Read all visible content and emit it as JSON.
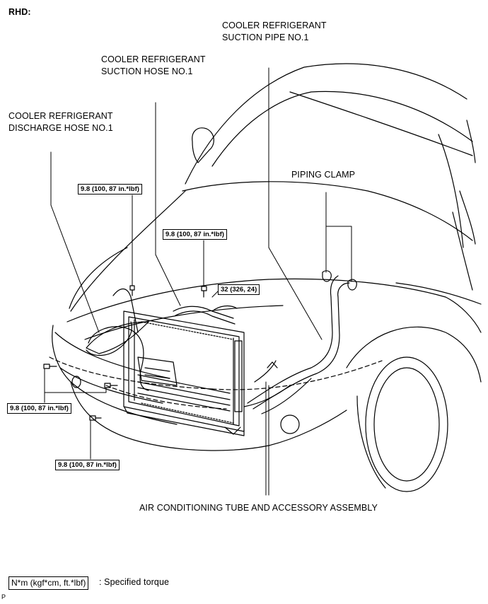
{
  "header": {
    "rhd": "RHD:"
  },
  "labels": {
    "suction_pipe": [
      "COOLER REFRIGERANT",
      "SUCTION PIPE NO.1"
    ],
    "suction_hose": [
      "COOLER REFRIGERANT",
      "SUCTION HOSE NO.1"
    ],
    "discharge_hose": [
      "COOLER REFRIGERANT",
      "DISCHARGE HOSE NO.1"
    ],
    "piping_clamp": "PIPING CLAMP",
    "tube_assembly": "AIR CONDITIONING TUBE AND ACCESSORY ASSEMBLY"
  },
  "torques": {
    "t1": "9.8 (100, 87 in.*lbf)",
    "t2": "9.8 (100, 87 in.*lbf)",
    "t3": "32 (326, 24)",
    "t4": "9.8 (100, 87 in.*lbf)",
    "t5": "9.8 (100, 87 in.*lbf)"
  },
  "legend": {
    "unit_box": "N*m (kgf*cm, ft.*lbf)",
    "description": ": Specified torque"
  },
  "footer": {
    "code": "P"
  }
}
